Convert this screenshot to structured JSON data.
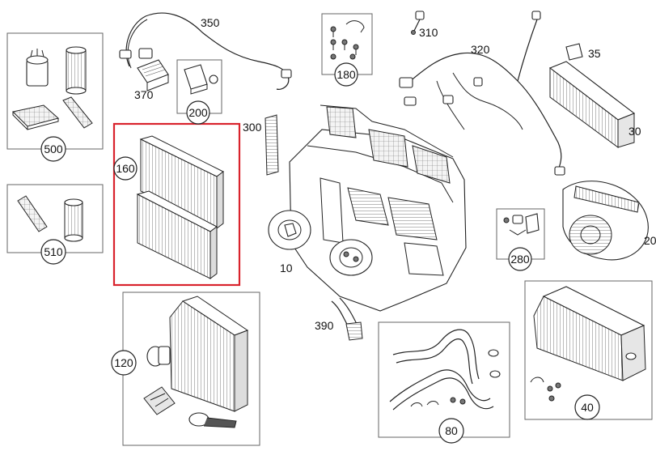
{
  "diagram": {
    "highlight_color": "#d9232d",
    "callouts": {
      "c10": "10",
      "c30": "30",
      "c20": "20",
      "c35": "35",
      "c40": "40",
      "c80": "80",
      "c120": "120",
      "c160": "160",
      "c180": "180",
      "c200": "200",
      "c280": "280",
      "c300": "300",
      "c310": "310",
      "c320": "320",
      "c350": "350",
      "c370": "370",
      "c390": "390",
      "c500": "500",
      "c510": "510"
    },
    "highlighted_part": "160"
  }
}
